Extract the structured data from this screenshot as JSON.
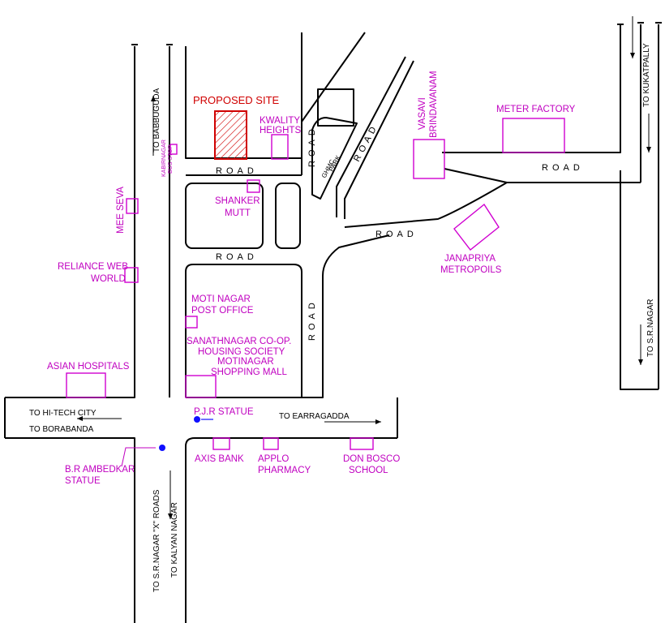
{
  "site": {
    "label": "PROPOSED SITE",
    "color": "#d00000"
  },
  "landmarks": {
    "kwality": [
      "KWALITY",
      "HEIGHTS"
    ],
    "shanker": [
      "SHANKER",
      "MUTT"
    ],
    "mee_seva": "MEE SEVA",
    "reliance": [
      "RELIANCE WEB",
      "WORLD"
    ],
    "moti_post": [
      "MOTI NAGAR",
      "POST OFFICE"
    ],
    "sanath": [
      "SANATHNAGAR CO-OP.",
      "HOUSING SOCIETY"
    ],
    "moti_mall": [
      "MOTINAGAR",
      "SHOPPING MALL"
    ],
    "asian": "ASIAN HOSPITALS",
    "pjr": "P.J.R STATUE",
    "ambedkar": [
      "B.R AMBEDKAR",
      "STATUE"
    ],
    "axis": "AXIS BANK",
    "applo": [
      "APPLO",
      "PHARMACY"
    ],
    "donbosco": [
      "DON BOSCO",
      "SCHOOL"
    ],
    "vasavi": [
      "VASAVI",
      "BRINDAVANAM"
    ],
    "meter": "METER FACTORY",
    "janapriya": [
      "JANAPRIYA",
      "METROPOILS"
    ],
    "ghmc": [
      "GHMC",
      "PARK"
    ],
    "bus_stop": [
      "KABIRNAGAR",
      "BUS STOP"
    ]
  },
  "roads": {
    "label": "ROAD"
  },
  "directions": {
    "babbuguda": "TO BABBUGUDA",
    "kukatpally": "TO KUKATPALLY",
    "srnagar": "TO S.R.NAGAR",
    "hitech": "TO HI-TECH CITY",
    "borabanda": "TO BORABANDA",
    "earragadda": "TO EARRAGADDA",
    "srnagar_x": "TO S.R.NAGAR \"X\" ROADS",
    "kalyan": "TO KALYAN NAGAR"
  },
  "colors": {
    "road": "#000000",
    "landmark": "#c000c0",
    "site": "#d00000",
    "statue_dot": "#1010ff"
  }
}
